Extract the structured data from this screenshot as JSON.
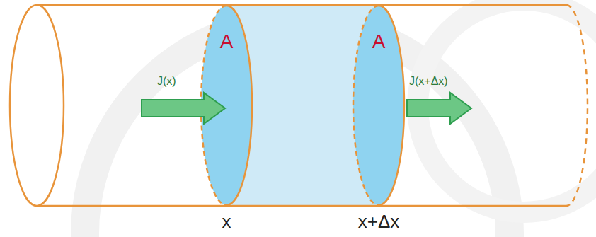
{
  "diagram": {
    "nodes": [
      {
        "text": [
          "A"
        ]
      },
      {
        "text": [
          "A"
        ]
      }
    ],
    "labels": [
      "J(x)",
      "J(x+Δx)",
      "x",
      "x+Δx"
    ]
  }
}
